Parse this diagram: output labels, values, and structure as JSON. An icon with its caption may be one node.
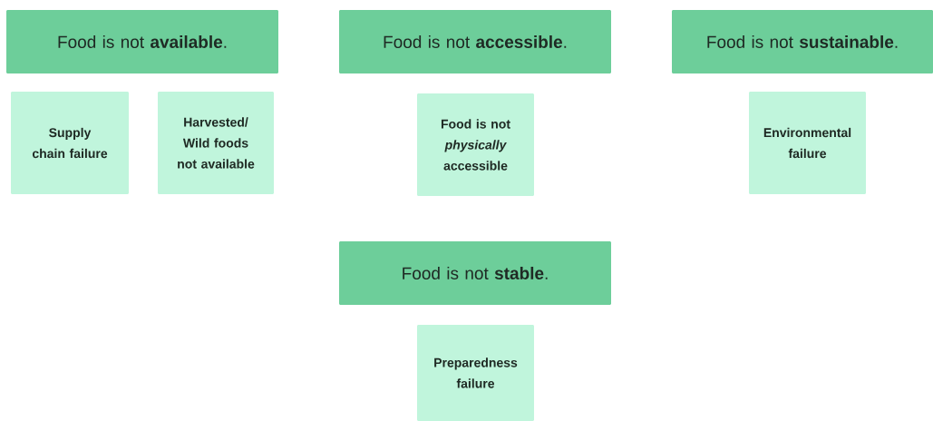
{
  "diagram": {
    "nodes": [
      {
        "text": [
          "Food is not **available**."
        ]
      },
      {
        "text": [
          "Food is not **accessible**."
        ]
      },
      {
        "text": [
          "Food is not **sustainable**."
        ]
      },
      {
        "text": [
          "Food is not **stable**."
        ]
      },
      {
        "text": [
          "Supply chain failure"
        ]
      },
      {
        "text": [
          "Harvested/ Wild foods not available"
        ]
      },
      {
        "text": [
          "Food is not *physically* accessible"
        ]
      },
      {
        "text": [
          "Environmental failure"
        ]
      },
      {
        "text": [
          "Preparedness failure"
        ]
      }
    ]
  }
}
